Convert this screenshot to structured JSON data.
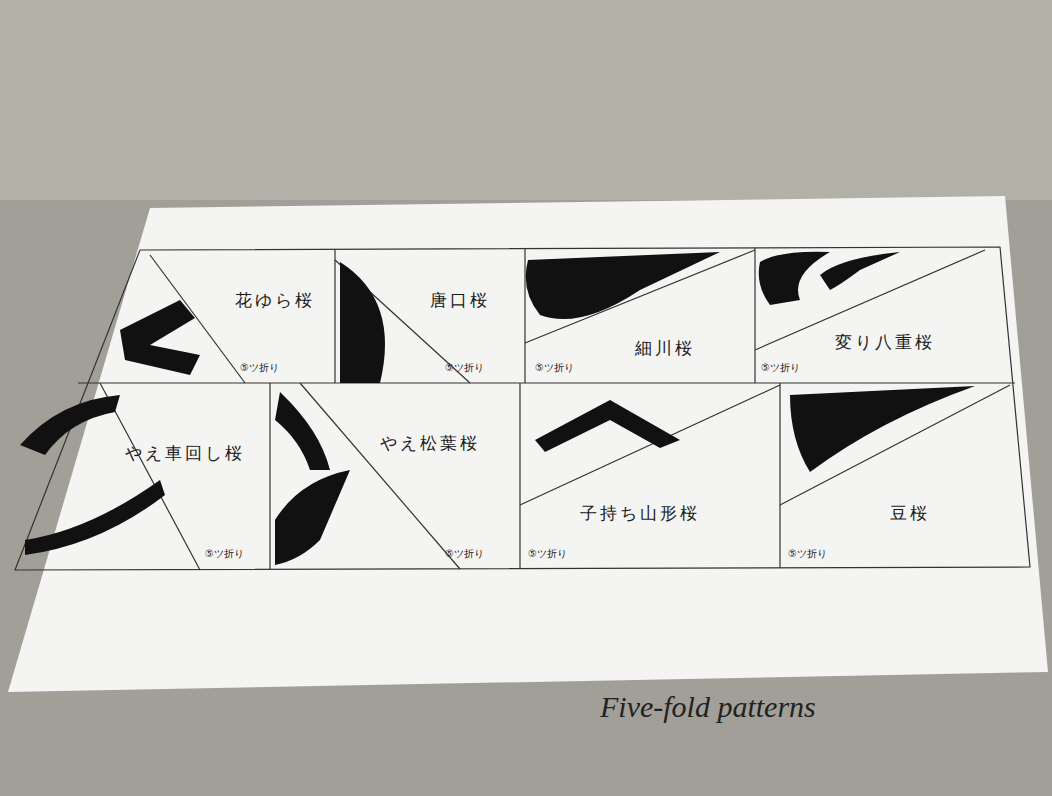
{
  "diagram": {
    "title": "Five-fold patterns",
    "nodes": [
      {
        "text": [
          "花ゆら桜",
          "⑤ツ折り"
        ]
      },
      {
        "text": [
          "唐口桜",
          "⑤ツ折り"
        ]
      },
      {
        "text": [
          "細川桜",
          "⑤ツ折り"
        ]
      },
      {
        "text": [
          "変り八重桜",
          "⑤ツ折り"
        ]
      },
      {
        "text": [
          "やえ車回し桜",
          "⑤ツ折り"
        ]
      },
      {
        "text": [
          "やえ松葉桜",
          "⑤ツ折り"
        ]
      },
      {
        "text": [
          "子持ち山形桜",
          "⑤ツ折り"
        ]
      },
      {
        "text": [
          "豆桜",
          "⑤ツ折り"
        ]
      }
    ]
  }
}
